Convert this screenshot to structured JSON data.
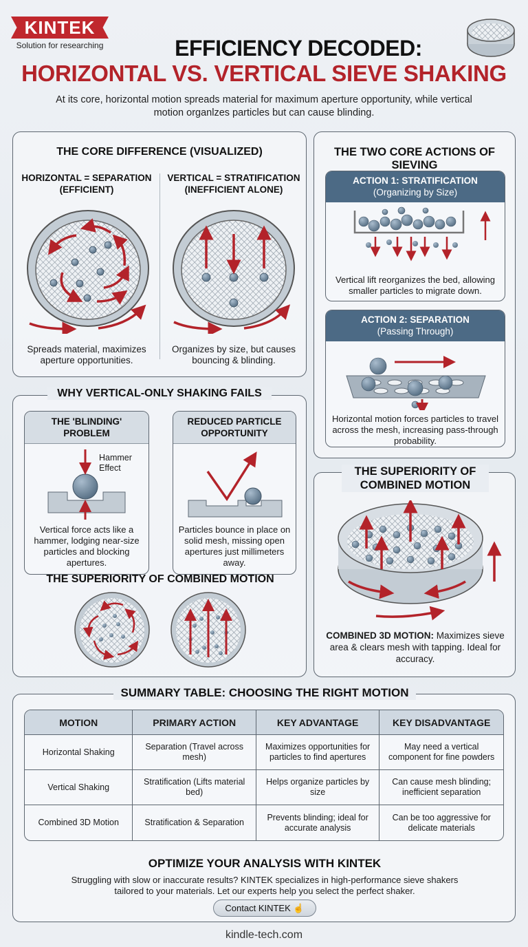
{
  "brand": {
    "name": "KINTEK",
    "tagline": "Solution for researching",
    "accent": "#c0272d",
    "header_blue": "#4c6a85"
  },
  "header": {
    "title_line1": "EFFICIENCY DECODED:",
    "title_line2": "HORIZONTAL VS. VERTICAL SIEVE SHAKING",
    "intro": "At its core, horizontal motion spreads material for maximum aperture opportunity, while vertical motion organlzes particles but can cause blinding.",
    "icon": "sieve-icon"
  },
  "core_difference": {
    "title": "THE CORE DIFFERENCE (VISUALIZED)",
    "left": {
      "heading": "HORIZONTAL = SEPARATION (EFFICIENT)",
      "caption": "Spreads material, maximizes aperture opportunities."
    },
    "right": {
      "heading": "VERTICAL = STRATIFICATION (INEFFICIENT ALONE)",
      "caption": "Organizes by size, but causes bouncing & blinding."
    }
  },
  "two_actions": {
    "title": "THE TWO CORE ACTIONS OF SIEVING",
    "action1": {
      "title": "ACTION 1: STRATIFICATION",
      "subtitle": "(Organizing by Size)",
      "caption": "Vertical lift reorganizes the bed, allowing smaller particles to migrate down."
    },
    "action2": {
      "title": "ACTION 2: SEPARATION",
      "subtitle": "(Passing Through)",
      "caption": "Horizontal motion forces particles to travel across the mesh, increasing pass-through probability."
    }
  },
  "why_fails": {
    "title": "WHY VERTICAL-ONLY SHAKING FAILS",
    "blinding": {
      "title": "THE 'BLINDING' PROBLEM",
      "label": "Hammer Effect",
      "caption": "Vertical force acts like a hammer, lodging near-size particles and blocking apertures."
    },
    "reduced": {
      "title": "REDUCED PARTICLE OPPORTUNITY",
      "caption": "Particles bounce in place on solid mesh, missing open apertures just millimeters away."
    },
    "combined_title": "THE SUPERIORITY OF COMBINED MOTION"
  },
  "combined": {
    "title": "THE SUPERIORITY OF COMBINED MOTION",
    "caption_bold": "COMBINED 3D MOTION:",
    "caption": " Maximizes sieve area & clears mesh with tapping. Ideal for accuracy."
  },
  "summary": {
    "title": "SUMMARY TABLE: CHOOSING THE RIGHT MOTION",
    "headers": [
      "MOTION",
      "PRIMARY ACTION",
      "KEY ADVANTAGE",
      "KEY DISADVANTAGE"
    ],
    "rows": [
      [
        "Horizontal Shaking",
        "Separation (Travel across mesh)",
        "Maximizes opportunities for particles to find apertures",
        "May need a vertical component for fine powders"
      ],
      [
        "Vertical Shaking",
        "Stratification (Lifts material bed)",
        "Helps organize particles by size",
        "Can cause mesh blinding; inefficient separation"
      ],
      [
        "Combined 3D Motion",
        "Stratification & Separation",
        "Prevents blinding; ideal for accurate analysis",
        "Can be too aggressive for delicate materials"
      ]
    ]
  },
  "cta": {
    "title": "OPTIMIZE YOUR ANALYSIS WITH KINTEK",
    "text": "Struggling with slow or inaccurate results? KINTEK specializes in high-performance sieve shakers tailored to your materials. Let our experts help you select the perfect shaker.",
    "button": "Contact KINTEK"
  },
  "footer": {
    "url": "kindle-tech.com"
  }
}
